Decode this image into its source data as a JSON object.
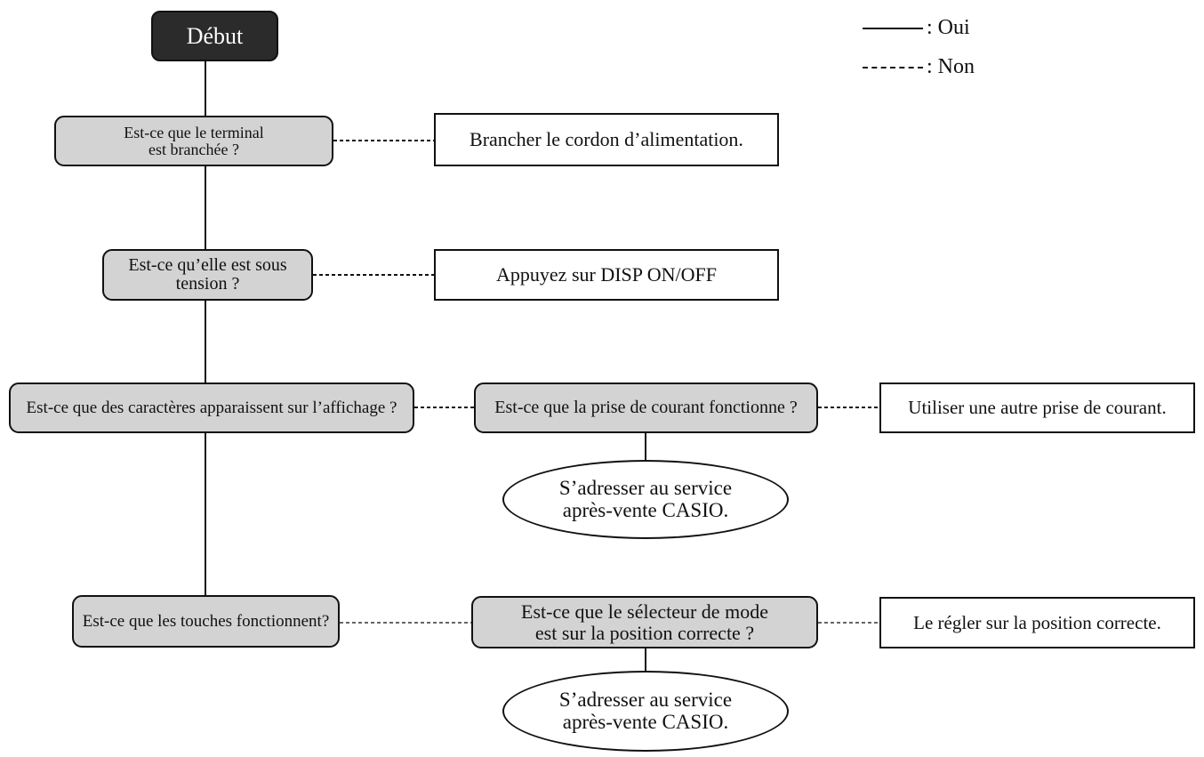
{
  "legend": {
    "yes_label": ": Oui",
    "no_label": ": Non"
  },
  "start": {
    "label": "Début"
  },
  "steps": {
    "q_plugged": {
      "line1": "Est-ce que le terminal",
      "line2": "est branchée ?"
    },
    "a_plug_cord": {
      "label": "Brancher le cordon d’alimentation."
    },
    "q_powered": {
      "line1": "Est-ce qu’elle est sous",
      "line2": "tension ?"
    },
    "a_press_disp": {
      "label": "Appuyez sur DISP ON/OFF"
    },
    "q_characters": {
      "label": "Est-ce que des caractères apparaissent sur l’affichage ?"
    },
    "q_outlet": {
      "label": "Est-ce que la prise de courant fonctionne ?"
    },
    "a_other_outlet": {
      "label": "Utiliser une autre prise de courant."
    },
    "t_service_1": {
      "line1": "S’adresser au service",
      "line2": "après-vente CASIO."
    },
    "q_keys": {
      "label": "Est-ce que les touches fonctionnent?"
    },
    "q_mode_selector": {
      "line1": "Est-ce que le sélecteur de mode",
      "line2": "est sur la position correcte ?"
    },
    "a_set_position": {
      "label": "Le régler sur la position correcte."
    },
    "t_service_2": {
      "line1": "S’adresser au service",
      "line2": "après-vente CASIO."
    }
  }
}
